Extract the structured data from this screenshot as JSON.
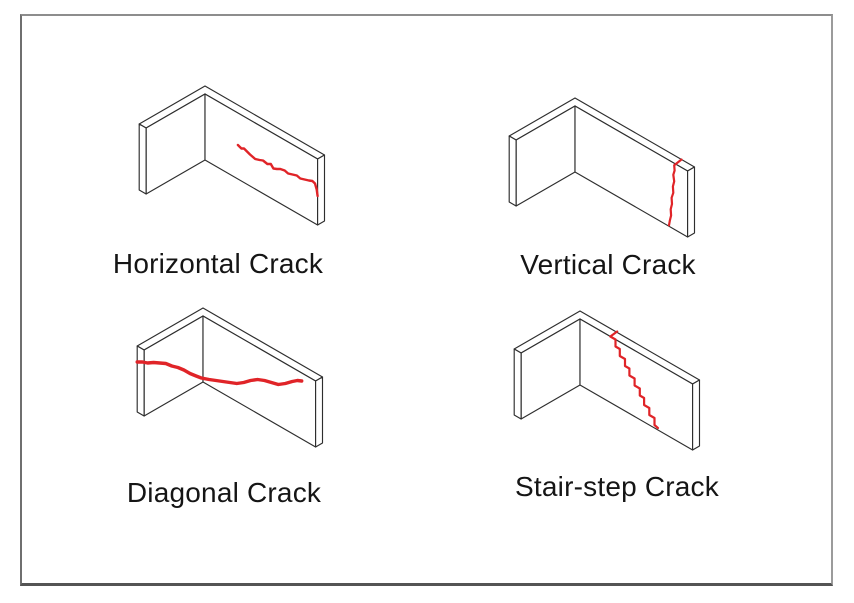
{
  "figure": {
    "panel_count": 4
  },
  "colors": {
    "background": "#ffffff",
    "wall_line": "#2e2e2e",
    "wall_fill": "#ffffff",
    "crack": "#e02428",
    "label_text": "#151515",
    "frame_border": "#7a7a7a"
  },
  "panels": [
    {
      "id": "horizontal",
      "label": "Horizontal Crack",
      "crack_type": "horizontal",
      "crack_stroke_width": 2.4,
      "crack_points_3d": [
        [
          38,
          0,
          34
        ],
        [
          42,
          0,
          32.5
        ],
        [
          45,
          0,
          34
        ],
        [
          52,
          0,
          31.5
        ],
        [
          58,
          0,
          30
        ],
        [
          63,
          0,
          31.5
        ],
        [
          67,
          0,
          33
        ],
        [
          72,
          0,
          32
        ],
        [
          76,
          0,
          34
        ],
        [
          79,
          0,
          31
        ],
        [
          83,
          0,
          32.5
        ],
        [
          87,
          0,
          34.5
        ],
        [
          92,
          0,
          35.5
        ],
        [
          96,
          0,
          34.5
        ],
        [
          101,
          0,
          36
        ],
        [
          106,
          0,
          37.5
        ],
        [
          110,
          0,
          36.5
        ],
        [
          115,
          0,
          38
        ],
        [
          120,
          0,
          39.5
        ],
        [
          124,
          0,
          41
        ],
        [
          127,
          0,
          40
        ],
        [
          129,
          0,
          35
        ],
        [
          130,
          0,
          29
        ]
      ]
    },
    {
      "id": "vertical",
      "label": "Vertical Crack",
      "crack_type": "vertical",
      "crack_stroke_width": 2.2,
      "crack_points_3d": [
        [
          115,
          -8,
          66
        ],
        [
          114.5,
          0,
          64
        ],
        [
          115,
          0,
          59
        ],
        [
          113.5,
          0,
          54
        ],
        [
          114.5,
          0,
          48
        ],
        [
          113,
          0,
          42
        ],
        [
          113.5,
          0,
          36
        ],
        [
          111.5,
          0,
          30
        ],
        [
          112,
          0,
          24
        ],
        [
          110.5,
          0,
          18
        ],
        [
          111,
          0,
          12
        ],
        [
          109.5,
          0,
          6
        ],
        [
          108.5,
          0,
          1
        ]
      ]
    },
    {
      "id": "diagonal",
      "label": "Diagonal Crack",
      "crack_type": "diagonal",
      "crack_stroke_width": 3.4,
      "crack_points_3d": [
        [
          0,
          76,
          58
        ],
        [
          0,
          70,
          55
        ],
        [
          0,
          64,
          51
        ],
        [
          0,
          57,
          48
        ],
        [
          0,
          50,
          44
        ],
        [
          0,
          43,
          40
        ],
        [
          0,
          36,
          34
        ],
        [
          0,
          29,
          29
        ],
        [
          0,
          22,
          23
        ],
        [
          0,
          15,
          16
        ],
        [
          0,
          8,
          10
        ],
        [
          0,
          2,
          5
        ],
        [
          7,
          0,
          6
        ],
        [
          15,
          0,
          9
        ],
        [
          23,
          0,
          12
        ],
        [
          31,
          0,
          15
        ],
        [
          39,
          0,
          18
        ],
        [
          47,
          0,
          23
        ],
        [
          55,
          0,
          29
        ],
        [
          63,
          0,
          34
        ],
        [
          71,
          0,
          37
        ],
        [
          79,
          0,
          39
        ],
        [
          87,
          0,
          41
        ],
        [
          95,
          0,
          46
        ],
        [
          103,
          0,
          52
        ],
        [
          109,
          0,
          56
        ],
        [
          114,
          0,
          58
        ]
      ]
    },
    {
      "id": "stair-step",
      "label": "Stair-step Crack",
      "crack_type": "stair-step",
      "crack_stroke_width": 2.2,
      "crack_points_3d": [
        [
          35,
          -8,
          67
        ],
        [
          35,
          0,
          66
        ],
        [
          41,
          0,
          66
        ],
        [
          41,
          0,
          59
        ],
        [
          46,
          0,
          59
        ],
        [
          46,
          0,
          52
        ],
        [
          52,
          0,
          52
        ],
        [
          52,
          0,
          45
        ],
        [
          57,
          0,
          45
        ],
        [
          57,
          0,
          38
        ],
        [
          63,
          0,
          38
        ],
        [
          63,
          0,
          31
        ],
        [
          69,
          0,
          31
        ],
        [
          69,
          0,
          24
        ],
        [
          74,
          0,
          24
        ],
        [
          74,
          0,
          17
        ],
        [
          80,
          0,
          17
        ],
        [
          80,
          0,
          10
        ],
        [
          86,
          0,
          10
        ],
        [
          86,
          0,
          3
        ],
        [
          90,
          0,
          2
        ]
      ]
    }
  ]
}
